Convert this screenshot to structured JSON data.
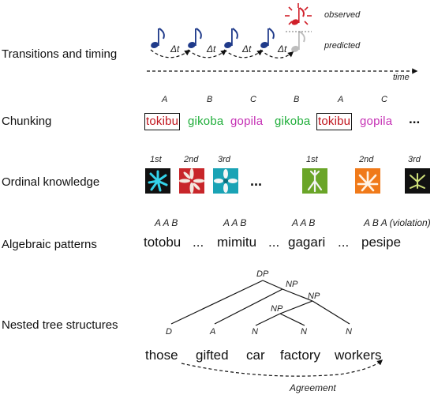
{
  "rows": {
    "transitions": "Transitions and timing",
    "chunking": "Chunking",
    "ordinal": "Ordinal knowledge",
    "algebraic": "Algebraic patterns",
    "nested": "Nested tree structures"
  },
  "transitions": {
    "delta": "Δt",
    "observed": "observed",
    "predicted": "predicted",
    "time": "time"
  },
  "chunking": {
    "labels": [
      "A",
      "B",
      "C",
      "B",
      "A",
      "C"
    ],
    "syllables": [
      "tokibu",
      "gikoba",
      "gopila",
      "gikoba",
      "tokibu",
      "gopila"
    ],
    "colors": [
      "#c0141c",
      "#1fae3a",
      "#c531b5",
      "#1fae3a",
      "#c0141c",
      "#c531b5"
    ],
    "ellipsis": "..."
  },
  "ordinal": {
    "ranks": [
      "1st",
      "2nd",
      "3rd",
      "1st",
      "2nd",
      "3rd"
    ],
    "ellipsis": "...",
    "tile_colors": [
      "#111111",
      "#c8262a",
      "#1aa3b5",
      "#6aa528",
      "#f07a1a",
      "#111111"
    ]
  },
  "algebraic": {
    "patterns": [
      "A A B",
      "A A B",
      "A A B",
      "A B A (violation)"
    ],
    "words": [
      "totobu",
      "mimitu",
      "gagari",
      "pesipe"
    ],
    "ellipsis": "..."
  },
  "tree": {
    "nodes": [
      "DP",
      "NP",
      "NP",
      "NP"
    ],
    "leaves": [
      "D",
      "A",
      "N",
      "N",
      "N"
    ],
    "words": [
      "those",
      "gifted",
      "car",
      "factory",
      "workers"
    ],
    "agreement": "Agreement"
  }
}
